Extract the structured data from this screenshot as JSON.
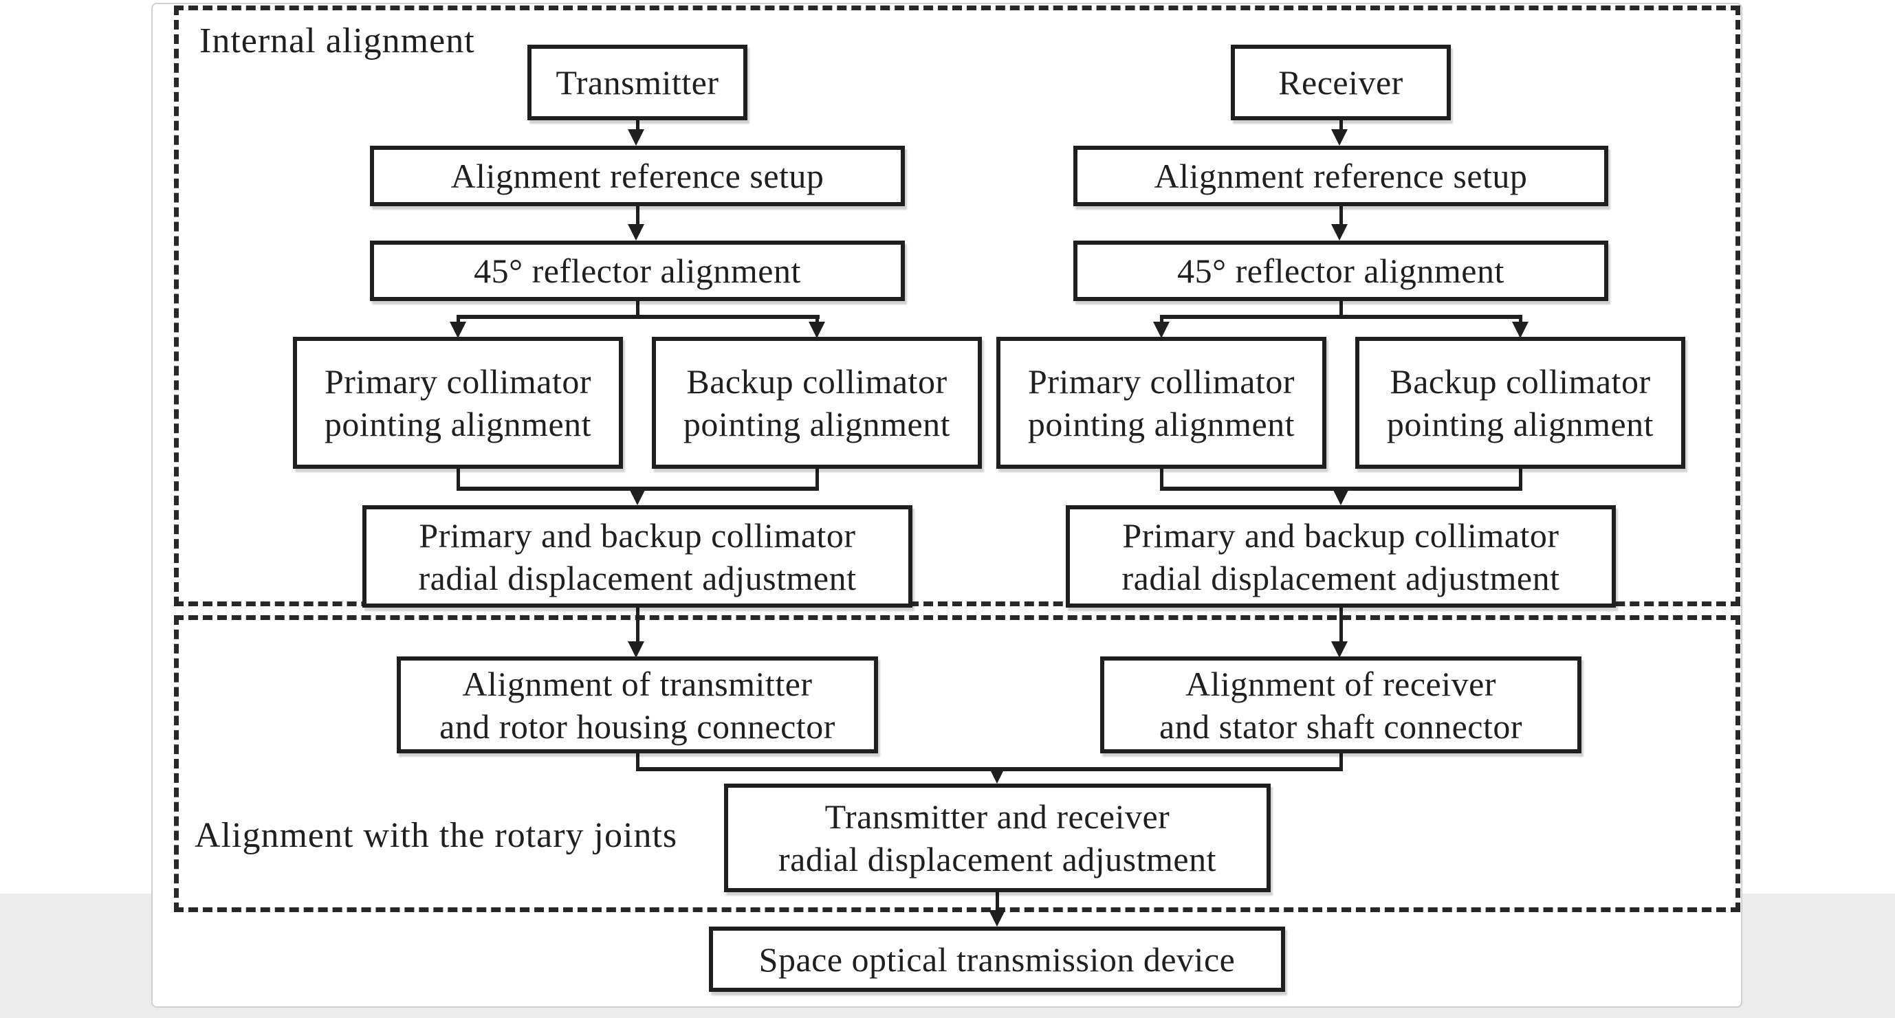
{
  "figure": {
    "type": "flowchart",
    "colors": {
      "ink": "#1f1f1f",
      "frame_border": "#d0d0d0",
      "page_band": "#ececec",
      "box_fill": "#ffffff"
    },
    "sections": {
      "internal_alignment": {
        "label": "Internal alignment"
      },
      "rotary_joints": {
        "label": "Alignment with the rotary joints"
      }
    },
    "nodes": {
      "transmitter": {
        "lines": [
          "Transmitter"
        ]
      },
      "receiver": {
        "lines": [
          "Receiver"
        ]
      },
      "t_ref_setup": {
        "lines": [
          "Alignment reference setup"
        ]
      },
      "r_ref_setup": {
        "lines": [
          "Alignment reference setup"
        ]
      },
      "t_reflector": {
        "lines": [
          "45° reflector alignment"
        ]
      },
      "r_reflector": {
        "lines": [
          "45° reflector alignment"
        ]
      },
      "t_primary_collimator": {
        "lines": [
          "Primary collimator",
          "pointing alignment"
        ]
      },
      "t_backup_collimator": {
        "lines": [
          "Backup collimator",
          "pointing alignment"
        ]
      },
      "r_primary_collimator": {
        "lines": [
          "Primary collimator",
          "pointing alignment"
        ]
      },
      "r_backup_collimator": {
        "lines": [
          "Backup collimator",
          "pointing alignment"
        ]
      },
      "t_radial_adjustment": {
        "lines": [
          "Primary and backup collimator",
          "radial displacement adjustment"
        ]
      },
      "r_radial_adjustment": {
        "lines": [
          "Primary and backup collimator",
          "radial displacement adjustment"
        ]
      },
      "rotor_housing": {
        "lines": [
          "Alignment of transmitter",
          "and rotor housing connector"
        ]
      },
      "stator_shaft": {
        "lines": [
          "Alignment of receiver",
          "and stator shaft connector"
        ]
      },
      "tr_radial_adjustment": {
        "lines": [
          "Transmitter and receiver",
          "radial displacement adjustment"
        ]
      },
      "space_device": {
        "lines": [
          "Space optical transmission device"
        ]
      }
    }
  }
}
